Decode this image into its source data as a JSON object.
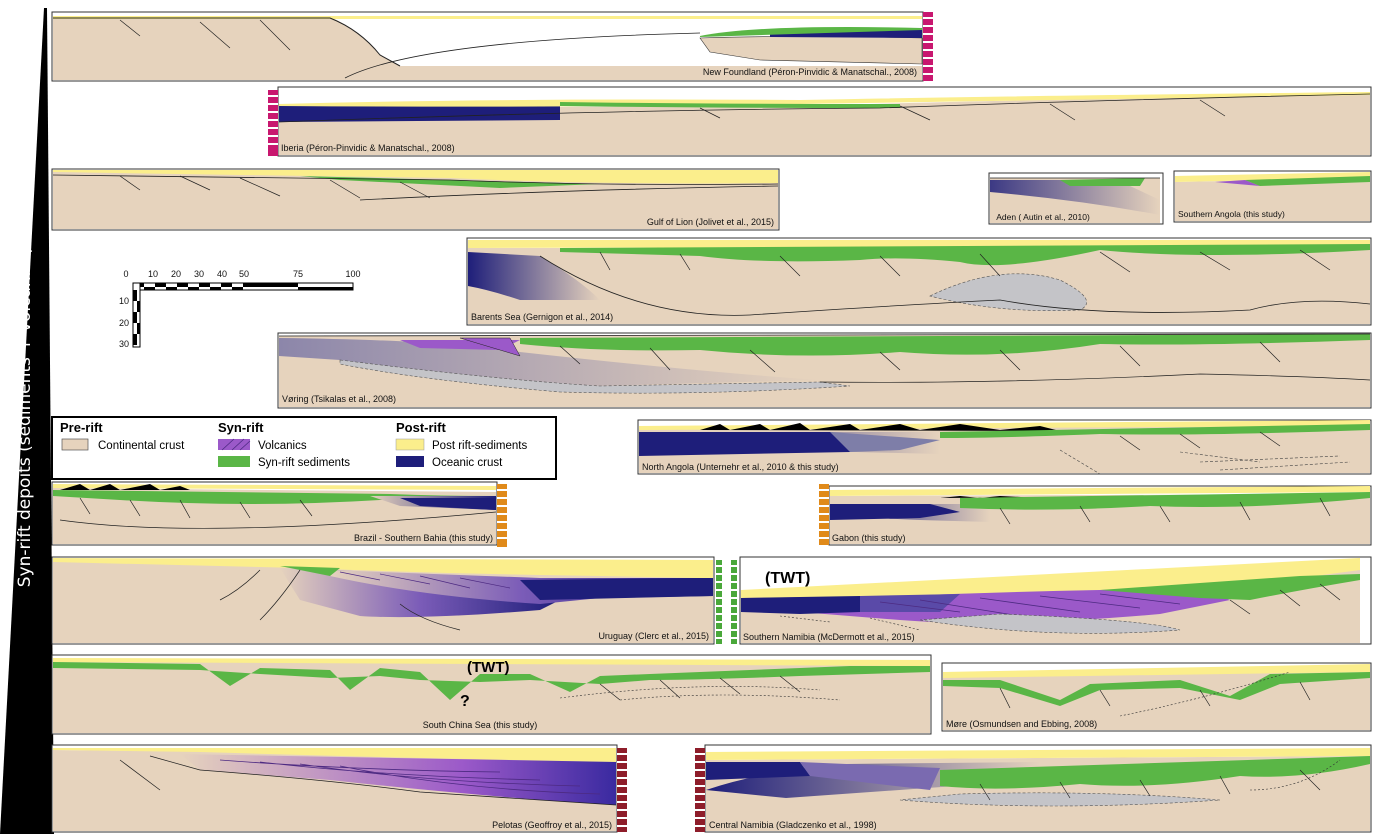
{
  "vertical_axis_label": "Syn-rift depoits (sediments + volcanics)",
  "scale_bar": {
    "x_ticks": [
      "0",
      "10",
      "20",
      "30",
      "40",
      "50",
      "75",
      "100"
    ],
    "y_ticks": [
      "10",
      "20",
      "30"
    ]
  },
  "legend": {
    "groups": [
      {
        "title": "Pre-rift",
        "items": [
          {
            "label": "Continental crust",
            "color": "#e6d3bd"
          }
        ]
      },
      {
        "title": "Syn-rift",
        "items": [
          {
            "label": "Volcanics",
            "color": "#9b59c9"
          },
          {
            "label": "Syn-rift sediments",
            "color": "#5ab646"
          }
        ]
      },
      {
        "title": "Post-rift",
        "items": [
          {
            "label": "Post rift-sediments",
            "color": "#fbee8c"
          },
          {
            "label": "Oceanic crust",
            "color": "#1e1e7a"
          }
        ]
      }
    ]
  },
  "colors": {
    "continental": "#e6d3bd",
    "syn_sediments": "#5ab646",
    "volcanics": "#9b59c9",
    "post_sediments": "#fbee8c",
    "oceanic": "#1e1e7a",
    "gray_body": "#c4c4c8",
    "magenta_bar": "#c8176f",
    "orange_bar": "#e08a1a",
    "green_bar": "#4aa83a",
    "maroon_bar": "#8e1d2a"
  },
  "sections": [
    {
      "id": "newfoundland",
      "caption": "New Foundland (Péron-Pinvidic & Manatschal., 2008)"
    },
    {
      "id": "iberia",
      "caption": "Iberia (Péron-Pinvidic & Manatschal., 2008)"
    },
    {
      "id": "gulf-of-lion",
      "caption": "Gulf of Lion (Jolivet et al., 2015)"
    },
    {
      "id": "aden",
      "caption": "Aden ( Autin et al., 2010)"
    },
    {
      "id": "southern-angola",
      "caption": "Southern Angola (this study)"
    },
    {
      "id": "barents-sea",
      "caption": "Barents Sea (Gernigon et al., 2014)"
    },
    {
      "id": "voring",
      "caption": "Vøring (Tsikalas et al., 2008)"
    },
    {
      "id": "north-angola",
      "caption": "North Angola (Unternehr et al., 2010 & this study)"
    },
    {
      "id": "brazil-southern-bahia",
      "caption": "Brazil - Southern Bahia (this study)"
    },
    {
      "id": "gabon",
      "caption": "Gabon (this study)"
    },
    {
      "id": "uruguay",
      "caption": "Uruguay (Clerc et al., 2015)"
    },
    {
      "id": "southern-namibia",
      "caption": "Southern Namibia (McDermott et al., 2015)",
      "annotation": "(TWT)"
    },
    {
      "id": "south-china-sea",
      "caption": "South China Sea (this study)",
      "annotation": "(TWT)",
      "marker": "?"
    },
    {
      "id": "more",
      "caption": "Møre (Osmundsen and Ebbing, 2008)"
    },
    {
      "id": "pelotas",
      "caption": "Pelotas (Geoffroy et al., 2015)"
    },
    {
      "id": "central-namibia",
      "caption": "Central Namibia (Gladczenko et al., 1998)"
    }
  ]
}
